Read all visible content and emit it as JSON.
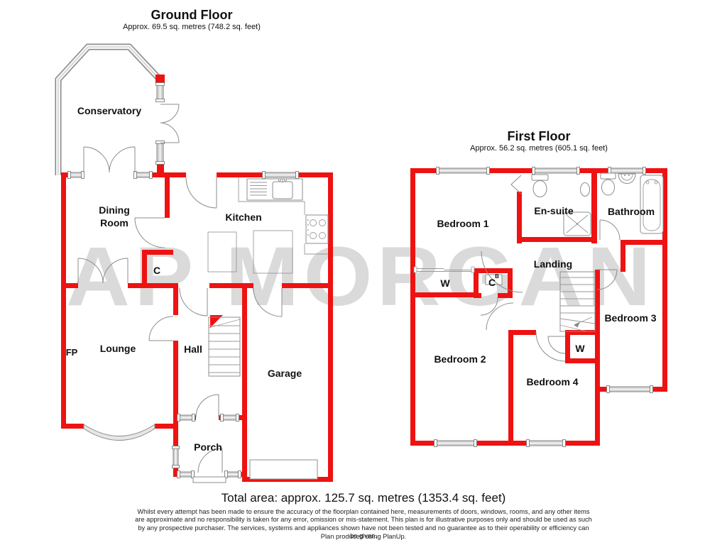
{
  "watermark": "AP MORGAN",
  "ground_floor": {
    "title": "Ground Floor",
    "subtitle": "Approx. 69.5 sq. metres (748.2 sq. feet)",
    "rooms": {
      "conservatory": "Conservatory",
      "dining_line1": "Dining",
      "dining_line2": "Room",
      "kitchen": "Kitchen",
      "lounge": "Lounge",
      "hall": "Hall",
      "garage": "Garage",
      "porch": "Porch",
      "cupboard": "C",
      "fireplace": "FP"
    }
  },
  "first_floor": {
    "title": "First Floor",
    "subtitle": "Approx. 56.2 sq. metres (605.1 sq. feet)",
    "rooms": {
      "bedroom1": "Bedroom 1",
      "bedroom2": "Bedroom 2",
      "bedroom3": "Bedroom 3",
      "bedroom4": "Bedroom 4",
      "ensuite": "En-suite",
      "bathroom": "Bathroom",
      "landing": "Landing",
      "wardrobe1": "W",
      "wardrobe2": "W",
      "cupboard": "C",
      "boiler": "B"
    }
  },
  "footer": {
    "total_area": "Total area: approx. 125.7 sq. metres (1353.4 sq. feet)",
    "disclaimer": "Whilst every attempt has been made to ensure the accuracy of the floorplan contained here, measurements of doors, windows, rooms, and any other items are approximate and no responsibility is taken for any error, omission or mis-statement. This plan is for illustrative purposes only and should be used as such by any prospective purchaser. The services, systems and appliances shown have not been tested and no guarantee as to their operability or efficiency can be given.",
    "credit": "Plan produced using PlanUp."
  },
  "colors": {
    "wall_red": "#ee1212",
    "watermark_grey": "#dadada",
    "window_grey": "#d2d2d2"
  }
}
